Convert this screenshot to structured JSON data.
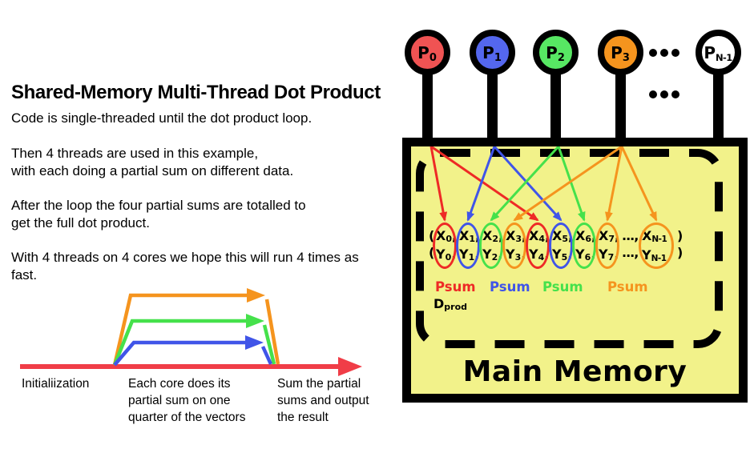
{
  "palette": {
    "red": "#ee2a26",
    "blue": "#4055e8",
    "green": "#45e14b",
    "orange": "#f5941e",
    "timeline_red": "#f03d47",
    "yellow": "#f2f28a",
    "black": "#000000",
    "white": "#ffffff"
  },
  "left_panel": {
    "title": "Shared-Memory Multi-Thread Dot Product",
    "paragraphs": [
      [
        "Code is single-threaded until the dot product loop."
      ],
      [
        "Then 4 threads are used in this example,",
        "with each doing a partial sum on different data."
      ],
      [
        "After the loop the four partial sums are totalled to",
        "get the full dot product."
      ],
      [
        "With 4 threads on 4 cores we hope this will run 4 times as",
        "fast."
      ]
    ]
  },
  "timeline": {
    "labels": [
      {
        "name": "init",
        "lines": [
          "Initialiization"
        ]
      },
      {
        "name": "core",
        "lines": [
          "Each core does its",
          "partial sum on one",
          "quarter of the vectors"
        ]
      },
      {
        "name": "sum",
        "lines": [
          "Sum the partial",
          "sums and output",
          "the result"
        ]
      }
    ],
    "thread_colors": [
      "orange",
      "green",
      "blue"
    ]
  },
  "processors": {
    "items": [
      {
        "base": "P",
        "sub": "0",
        "fill": "#f05353",
        "color": "red"
      },
      {
        "base": "P",
        "sub": "1",
        "fill": "#5467ee",
        "color": "blue"
      },
      {
        "base": "P",
        "sub": "2",
        "fill": "#57e763",
        "color": "green"
      },
      {
        "base": "P",
        "sub": "3",
        "fill": "#f5941e",
        "color": "orange"
      },
      {
        "base": "P",
        "sub": "N-1",
        "fill": "#ffffff",
        "color": "white"
      }
    ],
    "ellipsis_dot_rows": 2,
    "ellipsis_dots_per_row": 3
  },
  "memory": {
    "title": "Main Memory",
    "row_vars": [
      "X",
      "Y"
    ],
    "open_paren": "(",
    "close_paren": ")",
    "comma": ",",
    "indices": [
      "0",
      "1",
      "2",
      "3",
      "4",
      "5",
      "6",
      "7"
    ],
    "dots_token": "...,",
    "last_index": "N-1",
    "pair_colors": [
      "red",
      "blue",
      "green",
      "orange",
      "red",
      "blue",
      "green",
      "orange",
      "orange"
    ],
    "arrows": [
      {
        "color": "red",
        "source_index": 0,
        "targets": [
          0,
          4
        ]
      },
      {
        "color": "blue",
        "source_index": 1,
        "targets": [
          1,
          5
        ]
      },
      {
        "color": "green",
        "source_index": 2,
        "targets": [
          2,
          6
        ]
      },
      {
        "color": "orange",
        "source_index": 3,
        "targets": [
          3,
          7,
          8
        ]
      }
    ],
    "psum_labels": [
      "Psum",
      "Psum",
      "Psum",
      "Psum"
    ],
    "psum_colors": [
      "red",
      "blue",
      "green",
      "orange"
    ],
    "dprod": {
      "base": "D",
      "sub": "prod"
    }
  }
}
